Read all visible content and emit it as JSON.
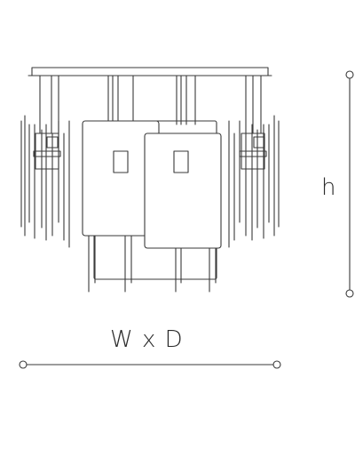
{
  "labels": {
    "height": "h",
    "width_depth": "W x D"
  },
  "colors": {
    "line": "#3a3a3a",
    "background": "#ffffff"
  },
  "icons": [
    "chandelier-drawing",
    "height-dimension-line",
    "width-depth-dimension-line"
  ]
}
